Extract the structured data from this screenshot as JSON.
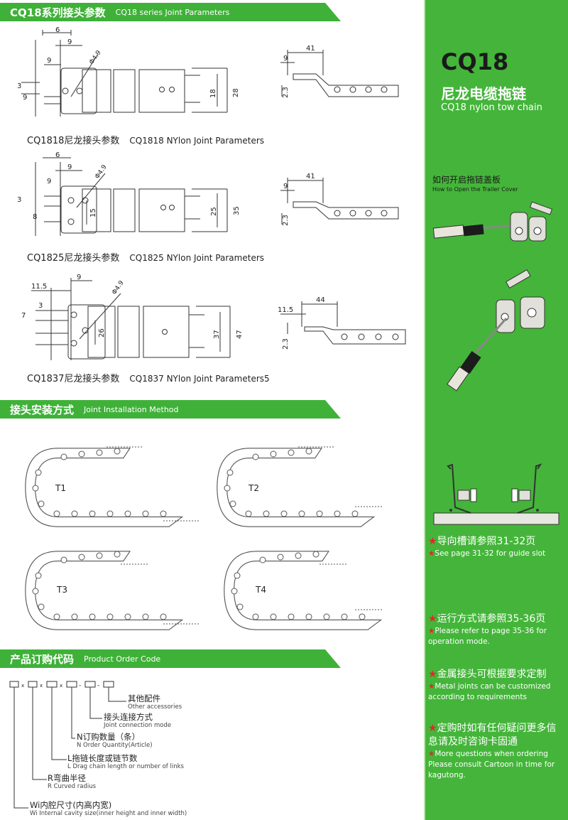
{
  "sections": {
    "joint_params": {
      "title_cn": "CQ18系列接头参数",
      "title_en": "CQ18 series Joint Parameters"
    },
    "install": {
      "title_cn": "接头安装方式",
      "title_en": "Joint Installation Method"
    },
    "order": {
      "title_cn": "产品订购代码",
      "title_en": "Product Order Code"
    }
  },
  "joints": [
    {
      "caption_cn": "CQ1818尼龙接头参数",
      "caption_en": "CQ1818 NYlon Joint Parameters",
      "dims": {
        "a": "6",
        "b": "9",
        "c": "9",
        "phi": "Φ4.9",
        "d": "3",
        "e": "9",
        "h1": "18",
        "h2": "28",
        "s1": "41",
        "s2": "9",
        "s3": "2.3"
      }
    },
    {
      "caption_cn": "CQ1825尼龙接头参数",
      "caption_en": "CQ1825 NYlon Joint Parameters",
      "dims": {
        "a": "6",
        "b": "9",
        "c": "9",
        "phi": "Φ4.9",
        "d": "3",
        "e": "8",
        "f": "15",
        "h1": "25",
        "h2": "35",
        "s1": "41",
        "s2": "9",
        "s3": "2.3"
      }
    },
    {
      "caption_cn": "CQ1837尼龙接头参数",
      "caption_en": "CQ1837 NYlon Joint Parameters5",
      "dims": {
        "a": "11.5",
        "b": "9",
        "phi": "Φ4.9",
        "d": "3",
        "e": "7",
        "f": "26",
        "h1": "37",
        "h2": "47",
        "s1": "44",
        "s2": "11.5",
        "s3": "2.3"
      }
    }
  ],
  "install_types": [
    "T1",
    "T2",
    "T3",
    "T4"
  ],
  "order_code": {
    "sep": "x",
    "dash": "-",
    "labels": [
      {
        "cn": "其他配件",
        "en": "Other accessories"
      },
      {
        "cn": "接头连接方式",
        "en": "Joint connection mode"
      },
      {
        "cn": "N订购数量（条）",
        "en": "N Order Quantity(Article)"
      },
      {
        "cn": "L拖链长度或链节数",
        "en": "L Drag chain length or number of links"
      },
      {
        "cn": "R弯曲半径",
        "en": "R Curved radius"
      },
      {
        "cn": "Wi内腔尺寸(内高内宽)",
        "en": "Wi Internal cavity size(inner height and inner width)"
      }
    ]
  },
  "sidebar": {
    "model": "CQ18",
    "title_cn": "尼龙电缆拖链",
    "title_en": "CQ18 nylon tow chain",
    "open_cn": "如何开启拖链盖板",
    "open_en": "How to Open the Trailer Cover",
    "star": "★",
    "notes": [
      {
        "cn": "导向槽请参照31-32页",
        "en": "See page 31-32 for guide slot"
      },
      {
        "cn": "运行方式请参照35-36页",
        "en": "Please refer to page 35-36 for operation mode."
      },
      {
        "cn": "金属接头可根据要求定制",
        "en": "Metal joints can be customized according to requirements"
      },
      {
        "cn": "定购时如有任何疑问更多信息请及时咨询卡固通",
        "en": "More questions when ordering Please consult Cartoon in time for kagutong."
      }
    ]
  },
  "colors": {
    "green": "#3fb139",
    "side": "#44b53a",
    "star": "#e3262a"
  }
}
